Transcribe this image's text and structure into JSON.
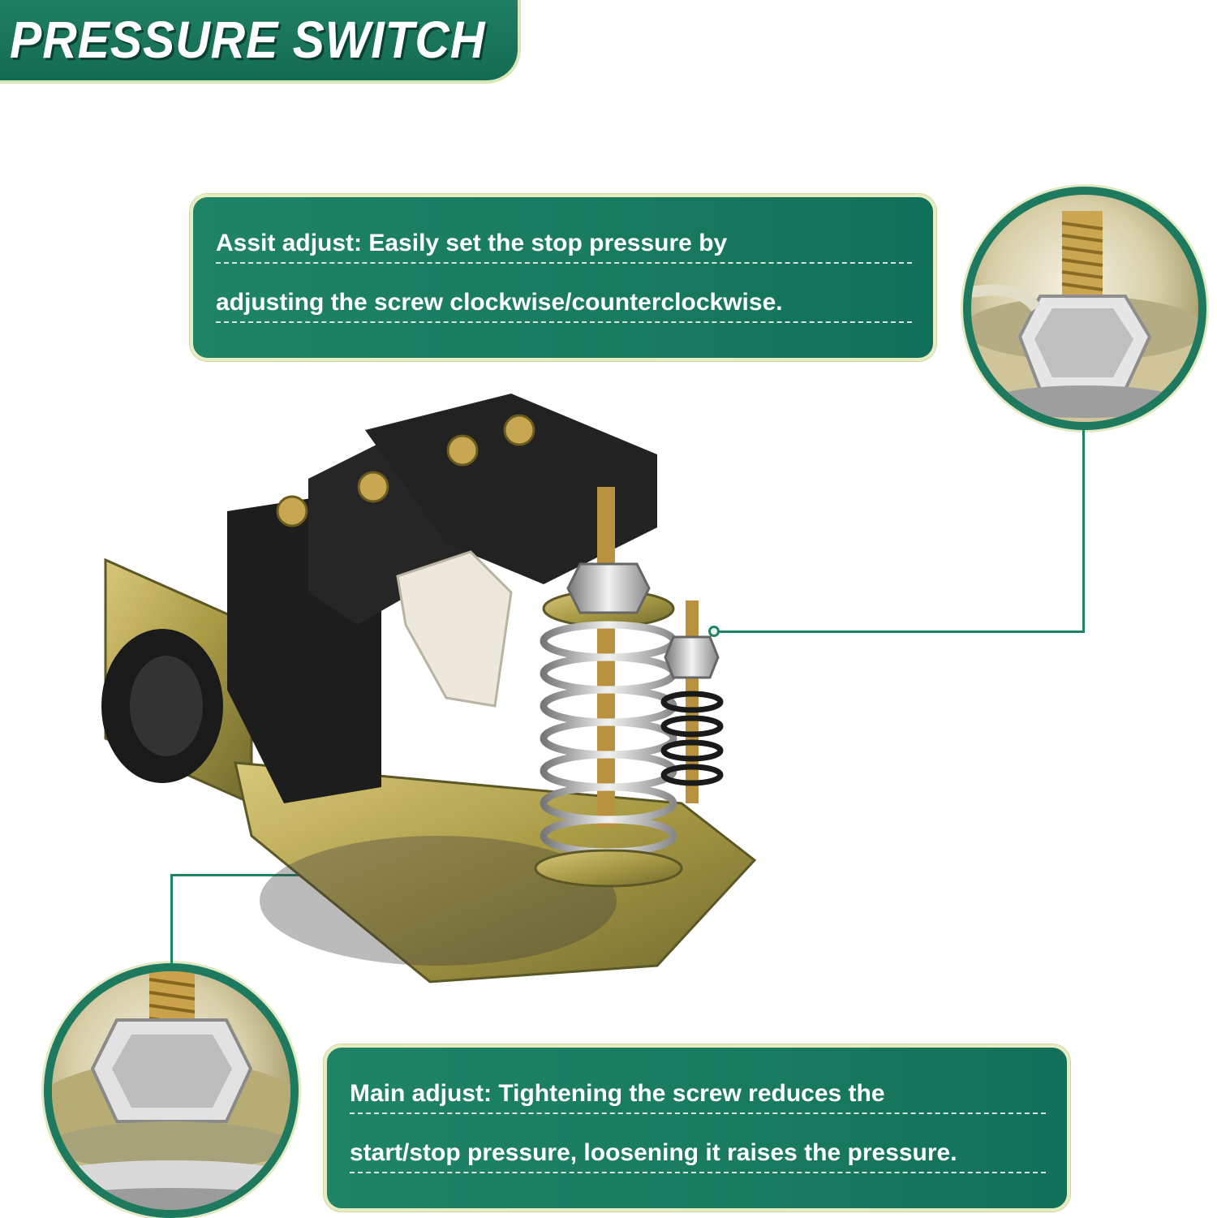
{
  "title": "PRESSURE SWITCH",
  "callouts": {
    "assist": {
      "line1": "Assit adjust: Easily set the stop pressure by",
      "line2": "adjusting the screw clockwise/counterclockwise."
    },
    "main": {
      "line1": "Main adjust: Tightening the screw reduces the",
      "line2": "start/stop pressure, loosening it raises the pressure."
    }
  },
  "colors": {
    "accent": "#1f8366",
    "border": "#e8ecc0",
    "text": "#ffffff"
  }
}
